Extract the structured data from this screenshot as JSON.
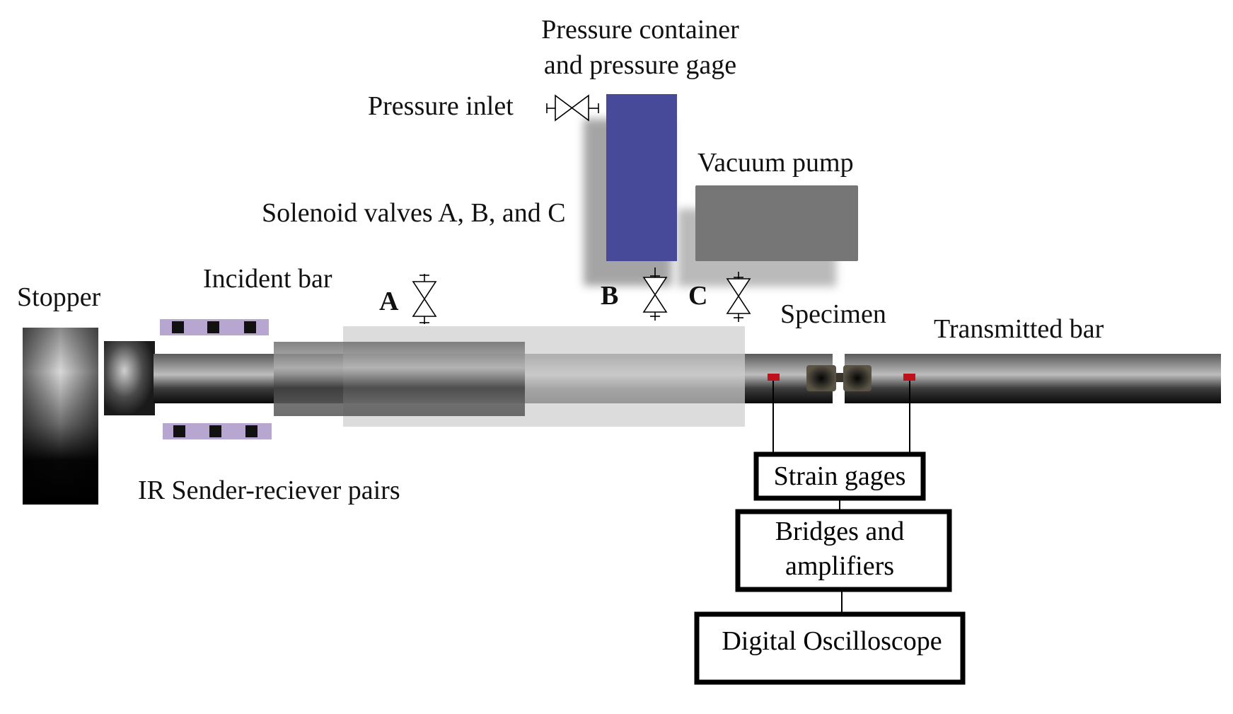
{
  "labels": {
    "pressure_container_line1": "Pressure container",
    "pressure_container_line2": "and pressure gage",
    "pressure_inlet": "Pressure inlet",
    "vacuum_pump": "Vacuum pump",
    "solenoid_valves": "Solenoid valves A, B, and C",
    "stopper": "Stopper",
    "incident_bar": "Incident bar",
    "valve_a": "A",
    "valve_b": "B",
    "valve_c": "C",
    "specimen": "Specimen",
    "transmitted_bar": "Transmitted bar",
    "ir_pairs": "IR Sender-reciever pairs"
  },
  "boxes": {
    "strain_gages": "Strain gages",
    "bridges_line1": "Bridges and",
    "bridges_line2": "amplifiers",
    "oscilloscope": "Digital Oscilloscope"
  },
  "colors": {
    "pressure_container": "#474a98",
    "vacuum_pump": "#767676",
    "ir_pair_strip": "#b7a6d0",
    "strain_gage_mark": "#c0101b"
  }
}
